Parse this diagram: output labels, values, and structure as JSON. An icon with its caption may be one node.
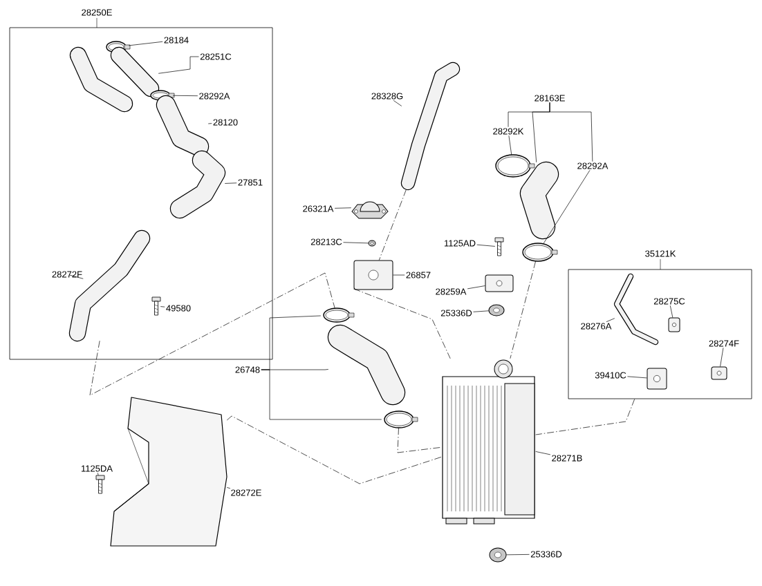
{
  "diagram": {
    "nodes": [
      {
        "text": [
          "28250E"
        ]
      },
      {
        "text": [
          "28184"
        ],
        "in": 0
      },
      {
        "text": [
          "28251C"
        ],
        "in": 0
      },
      {
        "text": [
          "28292A"
        ],
        "in": 0
      },
      {
        "text": [
          "28120"
        ],
        "in": 0
      },
      {
        "text": [
          "27851"
        ],
        "in": 0
      },
      {
        "text": [
          "28272F"
        ],
        "in": 0
      },
      {
        "text": [
          "49580"
        ],
        "in": 0
      },
      {
        "text": [],
        "shape": "picture",
        "in": 0
      },
      {
        "text": [],
        "shape": "picture",
        "in": 0
      },
      {
        "text": [],
        "shape": "picture",
        "in": 0
      },
      {
        "text": [],
        "shape": "picture",
        "in": 0
      },
      {
        "text": [],
        "shape": "picture",
        "in": 0
      },
      {
        "text": [],
        "shape": "picture",
        "in": 0
      },
      {
        "text": [],
        "shape": "picture",
        "in": 0
      },
      {
        "text": [
          "28328G"
        ]
      },
      {
        "text": [],
        "shape": "picture"
      },
      {
        "text": [
          "28163E"
        ]
      },
      {
        "text": [
          "28292K"
        ]
      },
      {
        "text": [],
        "shape": "picture"
      },
      {
        "text": [],
        "shape": "picture"
      },
      {
        "text": [
          "28292A"
        ]
      },
      {
        "text": [],
        "shape": "picture"
      },
      {
        "text": [
          "26321A"
        ]
      },
      {
        "text": [],
        "shape": "picture"
      },
      {
        "text": [
          "28213C"
        ]
      },
      {
        "text": [],
        "shape": "picture"
      },
      {
        "text": [
          "26857"
        ]
      },
      {
        "text": [],
        "shape": "picture"
      },
      {
        "text": [
          "1125AD"
        ]
      },
      {
        "text": [],
        "shape": "picture"
      },
      {
        "text": [
          "28259A"
        ]
      },
      {
        "text": [],
        "shape": "picture"
      },
      {
        "text": [
          "25336D"
        ]
      },
      {
        "text": [],
        "shape": "picture"
      },
      {
        "text": [
          "35121K"
        ]
      },
      {
        "text": [
          "28275C"
        ],
        "in": 35
      },
      {
        "text": [],
        "shape": "picture",
        "in": 35
      },
      {
        "text": [
          "28276A"
        ],
        "in": 35
      },
      {
        "text": [],
        "shape": "picture",
        "in": 35
      },
      {
        "text": [
          "28274F"
        ],
        "in": 35
      },
      {
        "text": [],
        "shape": "picture",
        "in": 35
      },
      {
        "text": [
          "39410C"
        ],
        "in": 35
      },
      {
        "text": [],
        "shape": "picture",
        "in": 35
      },
      {
        "text": [
          "26748"
        ]
      },
      {
        "text": [],
        "shape": "picture"
      },
      {
        "text": [],
        "shape": "picture"
      },
      {
        "text": [],
        "shape": "picture"
      },
      {
        "text": [
          "28271B"
        ]
      },
      {
        "text": [],
        "shape": "picture"
      },
      {
        "text": [
          "25336D"
        ]
      },
      {
        "text": [],
        "shape": "picture"
      },
      {
        "text": [
          "1125DA"
        ]
      },
      {
        "text": [],
        "shape": "picture"
      },
      {
        "text": [
          "28272E"
        ]
      },
      {
        "text": [],
        "shape": "picture"
      }
    ],
    "edges": [
      {
        "from": 1,
        "to": 8,
        "arrow": "none"
      },
      {
        "from": 2,
        "to": 9,
        "arrow": "none"
      },
      {
        "from": 3,
        "to": 10,
        "arrow": "none"
      },
      {
        "from": 4,
        "to": 11,
        "arrow": "none"
      },
      {
        "from": 5,
        "to": 12,
        "arrow": "none"
      },
      {
        "from": 6,
        "to": 13,
        "arrow": "none"
      },
      {
        "from": 7,
        "to": 14,
        "arrow": "none"
      },
      {
        "from": 15,
        "to": 16,
        "arrow": "none"
      },
      {
        "from": 17,
        "to": 18,
        "arrow": "none"
      },
      {
        "from": 17,
        "to": 20,
        "arrow": "none"
      },
      {
        "from": 17,
        "to": 21,
        "arrow": "none"
      },
      {
        "from": 18,
        "to": 19,
        "arrow": "none"
      },
      {
        "from": 21,
        "to": 22,
        "arrow": "none"
      },
      {
        "from": 23,
        "to": 24,
        "arrow": "none"
      },
      {
        "from": 25,
        "to": 26,
        "arrow": "none"
      },
      {
        "from": 27,
        "to": 28,
        "arrow": "none"
      },
      {
        "from": 29,
        "to": 30,
        "arrow": "none"
      },
      {
        "from": 31,
        "to": 32,
        "arrow": "none"
      },
      {
        "from": 33,
        "to": 34,
        "arrow": "none"
      },
      {
        "from": 36,
        "to": 37,
        "arrow": "none"
      },
      {
        "from": 38,
        "to": 39,
        "arrow": "none"
      },
      {
        "from": 40,
        "to": 41,
        "arrow": "none"
      },
      {
        "from": 42,
        "to": 43,
        "arrow": "none"
      },
      {
        "from": 44,
        "to": 45,
        "arrow": "none"
      },
      {
        "from": 44,
        "to": 46,
        "arrow": "none"
      },
      {
        "from": 44,
        "to": 47,
        "arrow": "none"
      },
      {
        "from": 48,
        "to": 49,
        "arrow": "none"
      },
      {
        "from": 50,
        "to": 51,
        "arrow": "none"
      },
      {
        "from": 52,
        "to": 53,
        "arrow": "none"
      },
      {
        "from": 54,
        "to": 55,
        "arrow": "none"
      },
      {
        "from": 13,
        "to": 45,
        "arrow": "none",
        "style": "dashed"
      },
      {
        "from": 16,
        "to": 28,
        "arrow": "none",
        "style": "dashed"
      },
      {
        "from": 28,
        "to": 49,
        "arrow": "none",
        "style": "dashed"
      },
      {
        "from": 55,
        "to": 49,
        "arrow": "none",
        "style": "dashed"
      },
      {
        "from": 47,
        "to": 49,
        "arrow": "none",
        "style": "dashed"
      },
      {
        "from": 22,
        "to": 49,
        "arrow": "none",
        "style": "dashed"
      },
      {
        "from": 35,
        "to": 49,
        "arrow": "none",
        "style": "dashed"
      }
    ]
  }
}
